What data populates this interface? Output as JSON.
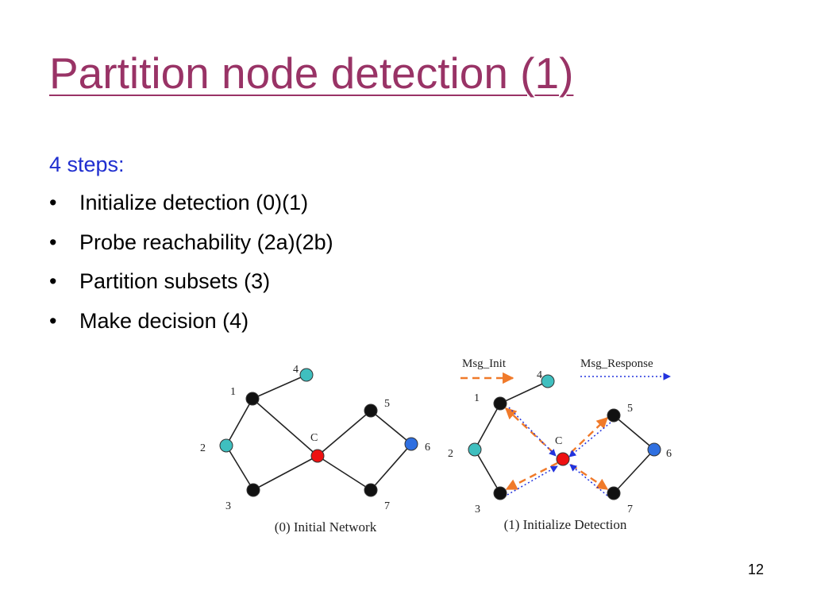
{
  "slide": {
    "title": "Partition node detection (1)",
    "intro": "4 steps:",
    "bullets": [
      "Initialize detection (0)(1)",
      "Probe reachability (2a)(2b)",
      "Partition subsets (3)",
      "Make decision (4)"
    ],
    "bullet_glyph": "•",
    "page_number": "12"
  },
  "diagram": {
    "legend": {
      "init": "Msg_Init",
      "response": "Msg_Response"
    },
    "captions": {
      "left": "(0) Initial Network",
      "right": "(1) Initialize Detection"
    },
    "nodes": [
      {
        "id": "1",
        "label": "1",
        "color": "#111111"
      },
      {
        "id": "2",
        "label": "2",
        "color": "#3fbfbf"
      },
      {
        "id": "3",
        "label": "3",
        "color": "#111111"
      },
      {
        "id": "4",
        "label": "4",
        "color": "#3fbfbf"
      },
      {
        "id": "5",
        "label": "5",
        "color": "#111111"
      },
      {
        "id": "6",
        "label": "6",
        "color": "#2f6fe0"
      },
      {
        "id": "7",
        "label": "7",
        "color": "#111111"
      },
      {
        "id": "C",
        "label": "C",
        "color": "#ee1111"
      }
    ],
    "colors": {
      "init_arrow": "#f07a2a",
      "response_arrow": "#2233dd",
      "edge": "#222222"
    }
  }
}
